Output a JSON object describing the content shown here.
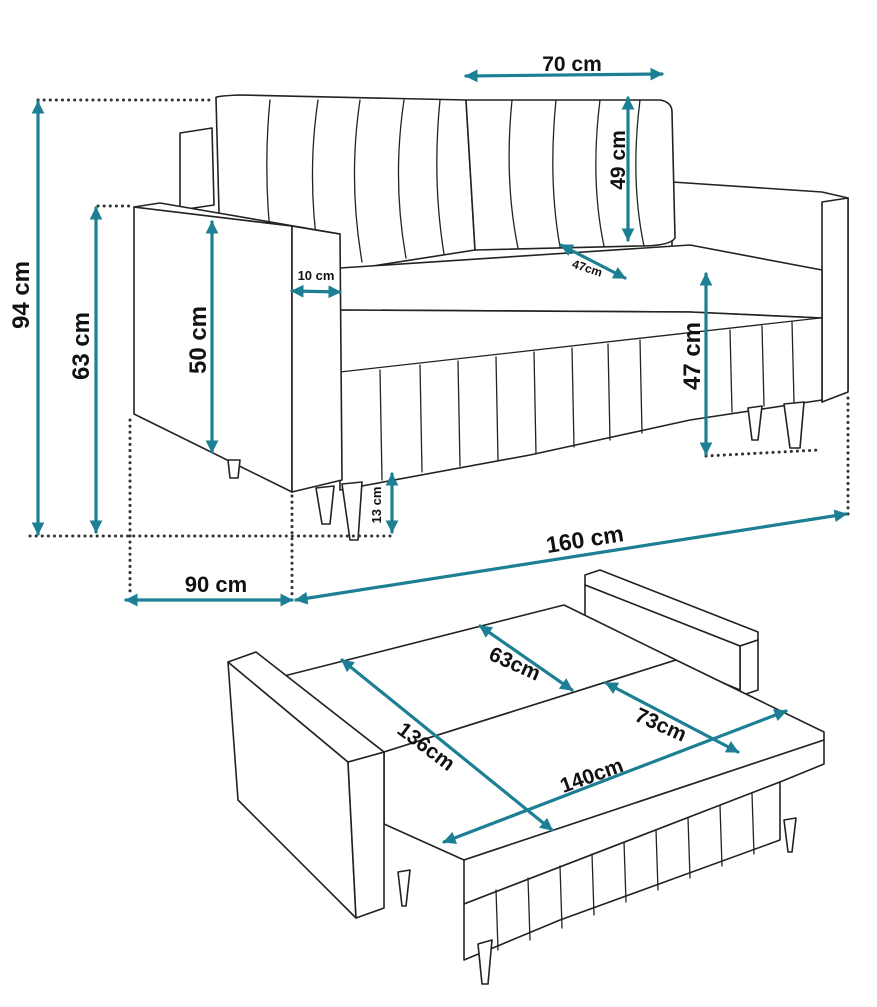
{
  "colors": {
    "dimension": "#1d7f93",
    "outline": "#222222"
  },
  "labels": {
    "backrest_width": "70 cm",
    "cushion_height": "49 cm",
    "cushion_depth": "47cm",
    "arm_width": "10 cm",
    "total_height": "94 cm",
    "arm_height": "63 cm",
    "arm_inner": "50 cm",
    "seat_height": "47 cm",
    "leg_height": "13 cm",
    "total_width": "160 cm",
    "depth": "90 cm",
    "bed_depth_back": "63cm",
    "bed_depth_front": "73cm",
    "bed_length_left": "136cm",
    "bed_length_front": "140cm"
  }
}
